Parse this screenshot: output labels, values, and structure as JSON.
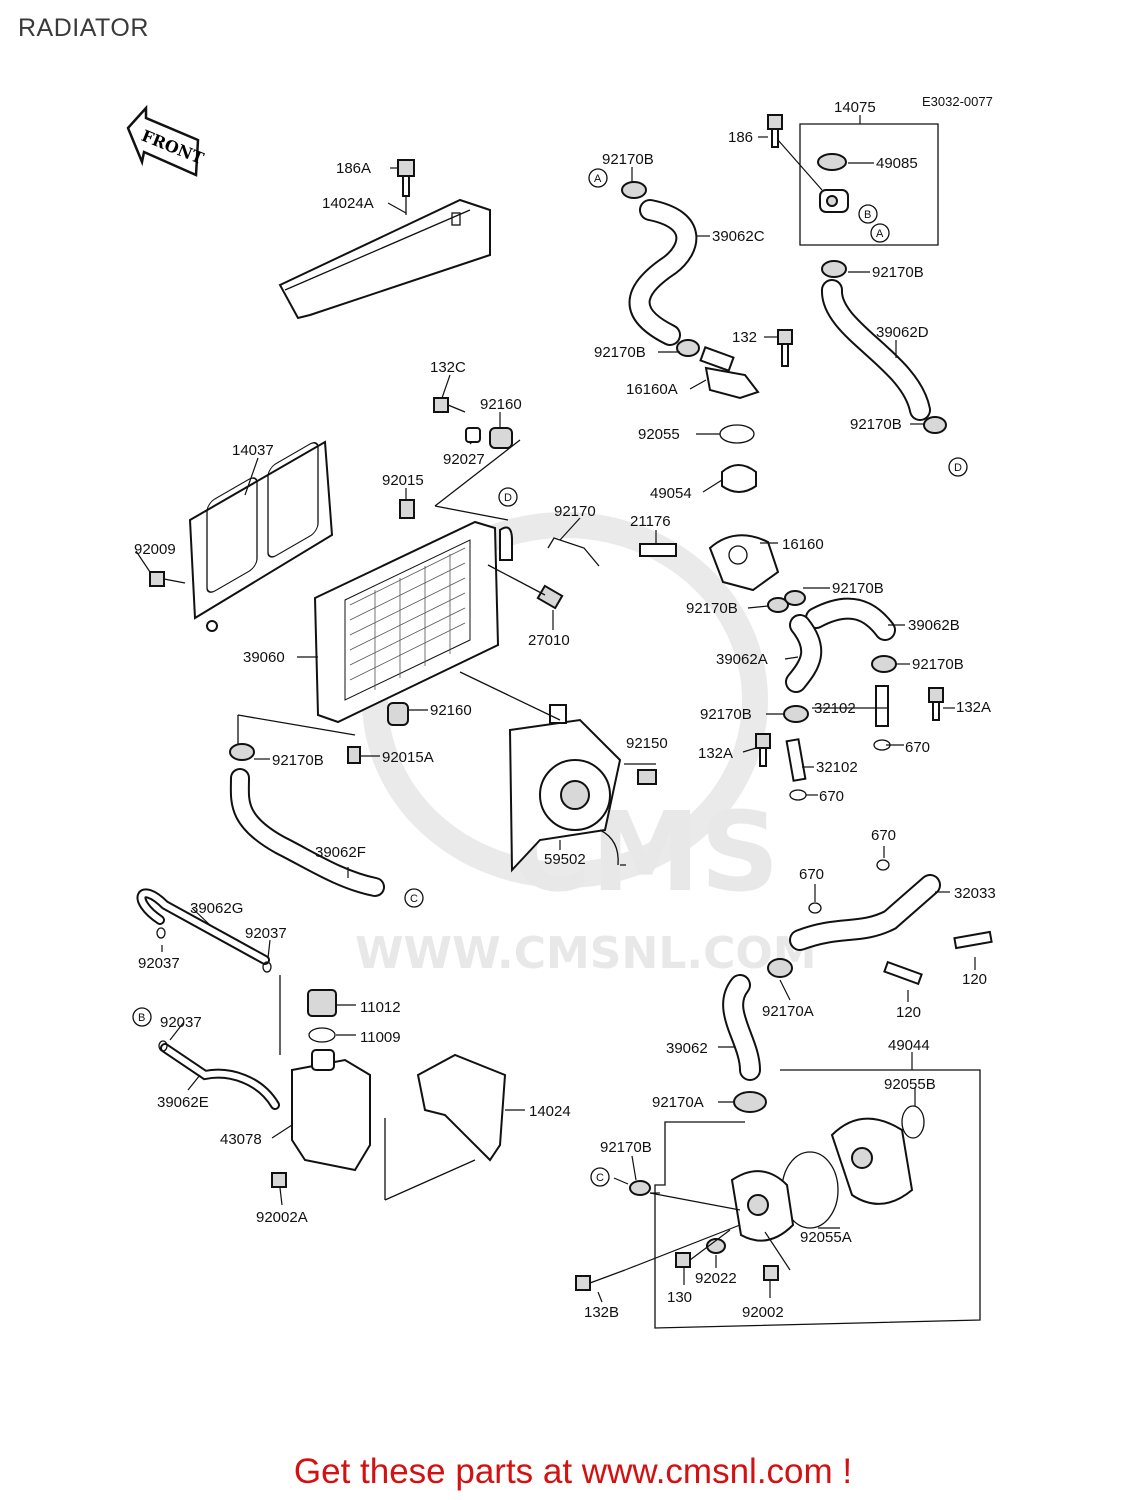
{
  "title": "RADIATOR",
  "diagram_code": "E3032-0077",
  "front_label": "FRONT",
  "watermark": {
    "brand": "CMS",
    "url": "WWW.CMSNL.COM"
  },
  "footer": "Get these parts at www.cmsnl.com !",
  "callout_markers": [
    "A",
    "B",
    "C",
    "D"
  ],
  "labels": {
    "p186A": "186A",
    "p14024A": "14024A",
    "p92170B_a": "92170B",
    "p39062C": "39062C",
    "p14075": "14075",
    "p186": "186",
    "p49085": "49085",
    "p92170B_b": "92170B",
    "p39062D": "39062D",
    "p132": "132",
    "p92170B_c": "92170B",
    "p16160A": "16160A",
    "p92055": "92055",
    "p92170B_d": "92170B",
    "p132C": "132C",
    "p92160_a": "92160",
    "p92027": "92027",
    "p14037": "14037",
    "p92015": "92015",
    "p92009": "92009",
    "p92170": "92170",
    "p49054": "49054",
    "p21176": "21176",
    "p16160": "16160",
    "p92170B_e": "92170B",
    "p92170B_f": "92170B",
    "p39062B": "39062B",
    "p27010": "27010",
    "p39060": "39060",
    "p39062A": "39062A",
    "p92170B_g": "92170B",
    "p92160_b": "92160",
    "p92170B_h": "92170B",
    "p32102_a": "32102",
    "p132A_a": "132A",
    "p670_a": "670",
    "p92150": "92150",
    "p132A_b": "132A",
    "p32102_b": "32102",
    "p670_b": "670",
    "p92170B_i": "92170B",
    "p92015A": "92015A",
    "p59502": "59502",
    "p39062F": "39062F",
    "p670_c": "670",
    "p670_d": "670",
    "p32033": "32033",
    "p39062G": "39062G",
    "p92037_a": "92037",
    "p92037_b": "92037",
    "p120_a": "120",
    "p120_b": "120",
    "p92170A_a": "92170A",
    "p11012": "11012",
    "p11009": "11009",
    "p92037_c": "92037",
    "p39062": "39062",
    "p49044": "49044",
    "p39062E": "39062E",
    "p92055B": "92055B",
    "p14024": "14024",
    "p43078": "43078",
    "p92170A_b": "92170A",
    "p92170B_j": "92170B",
    "p92002A": "92002A",
    "p92055A": "92055A",
    "p92022": "92022",
    "p130": "130",
    "p132B": "132B",
    "p92002": "92002"
  }
}
